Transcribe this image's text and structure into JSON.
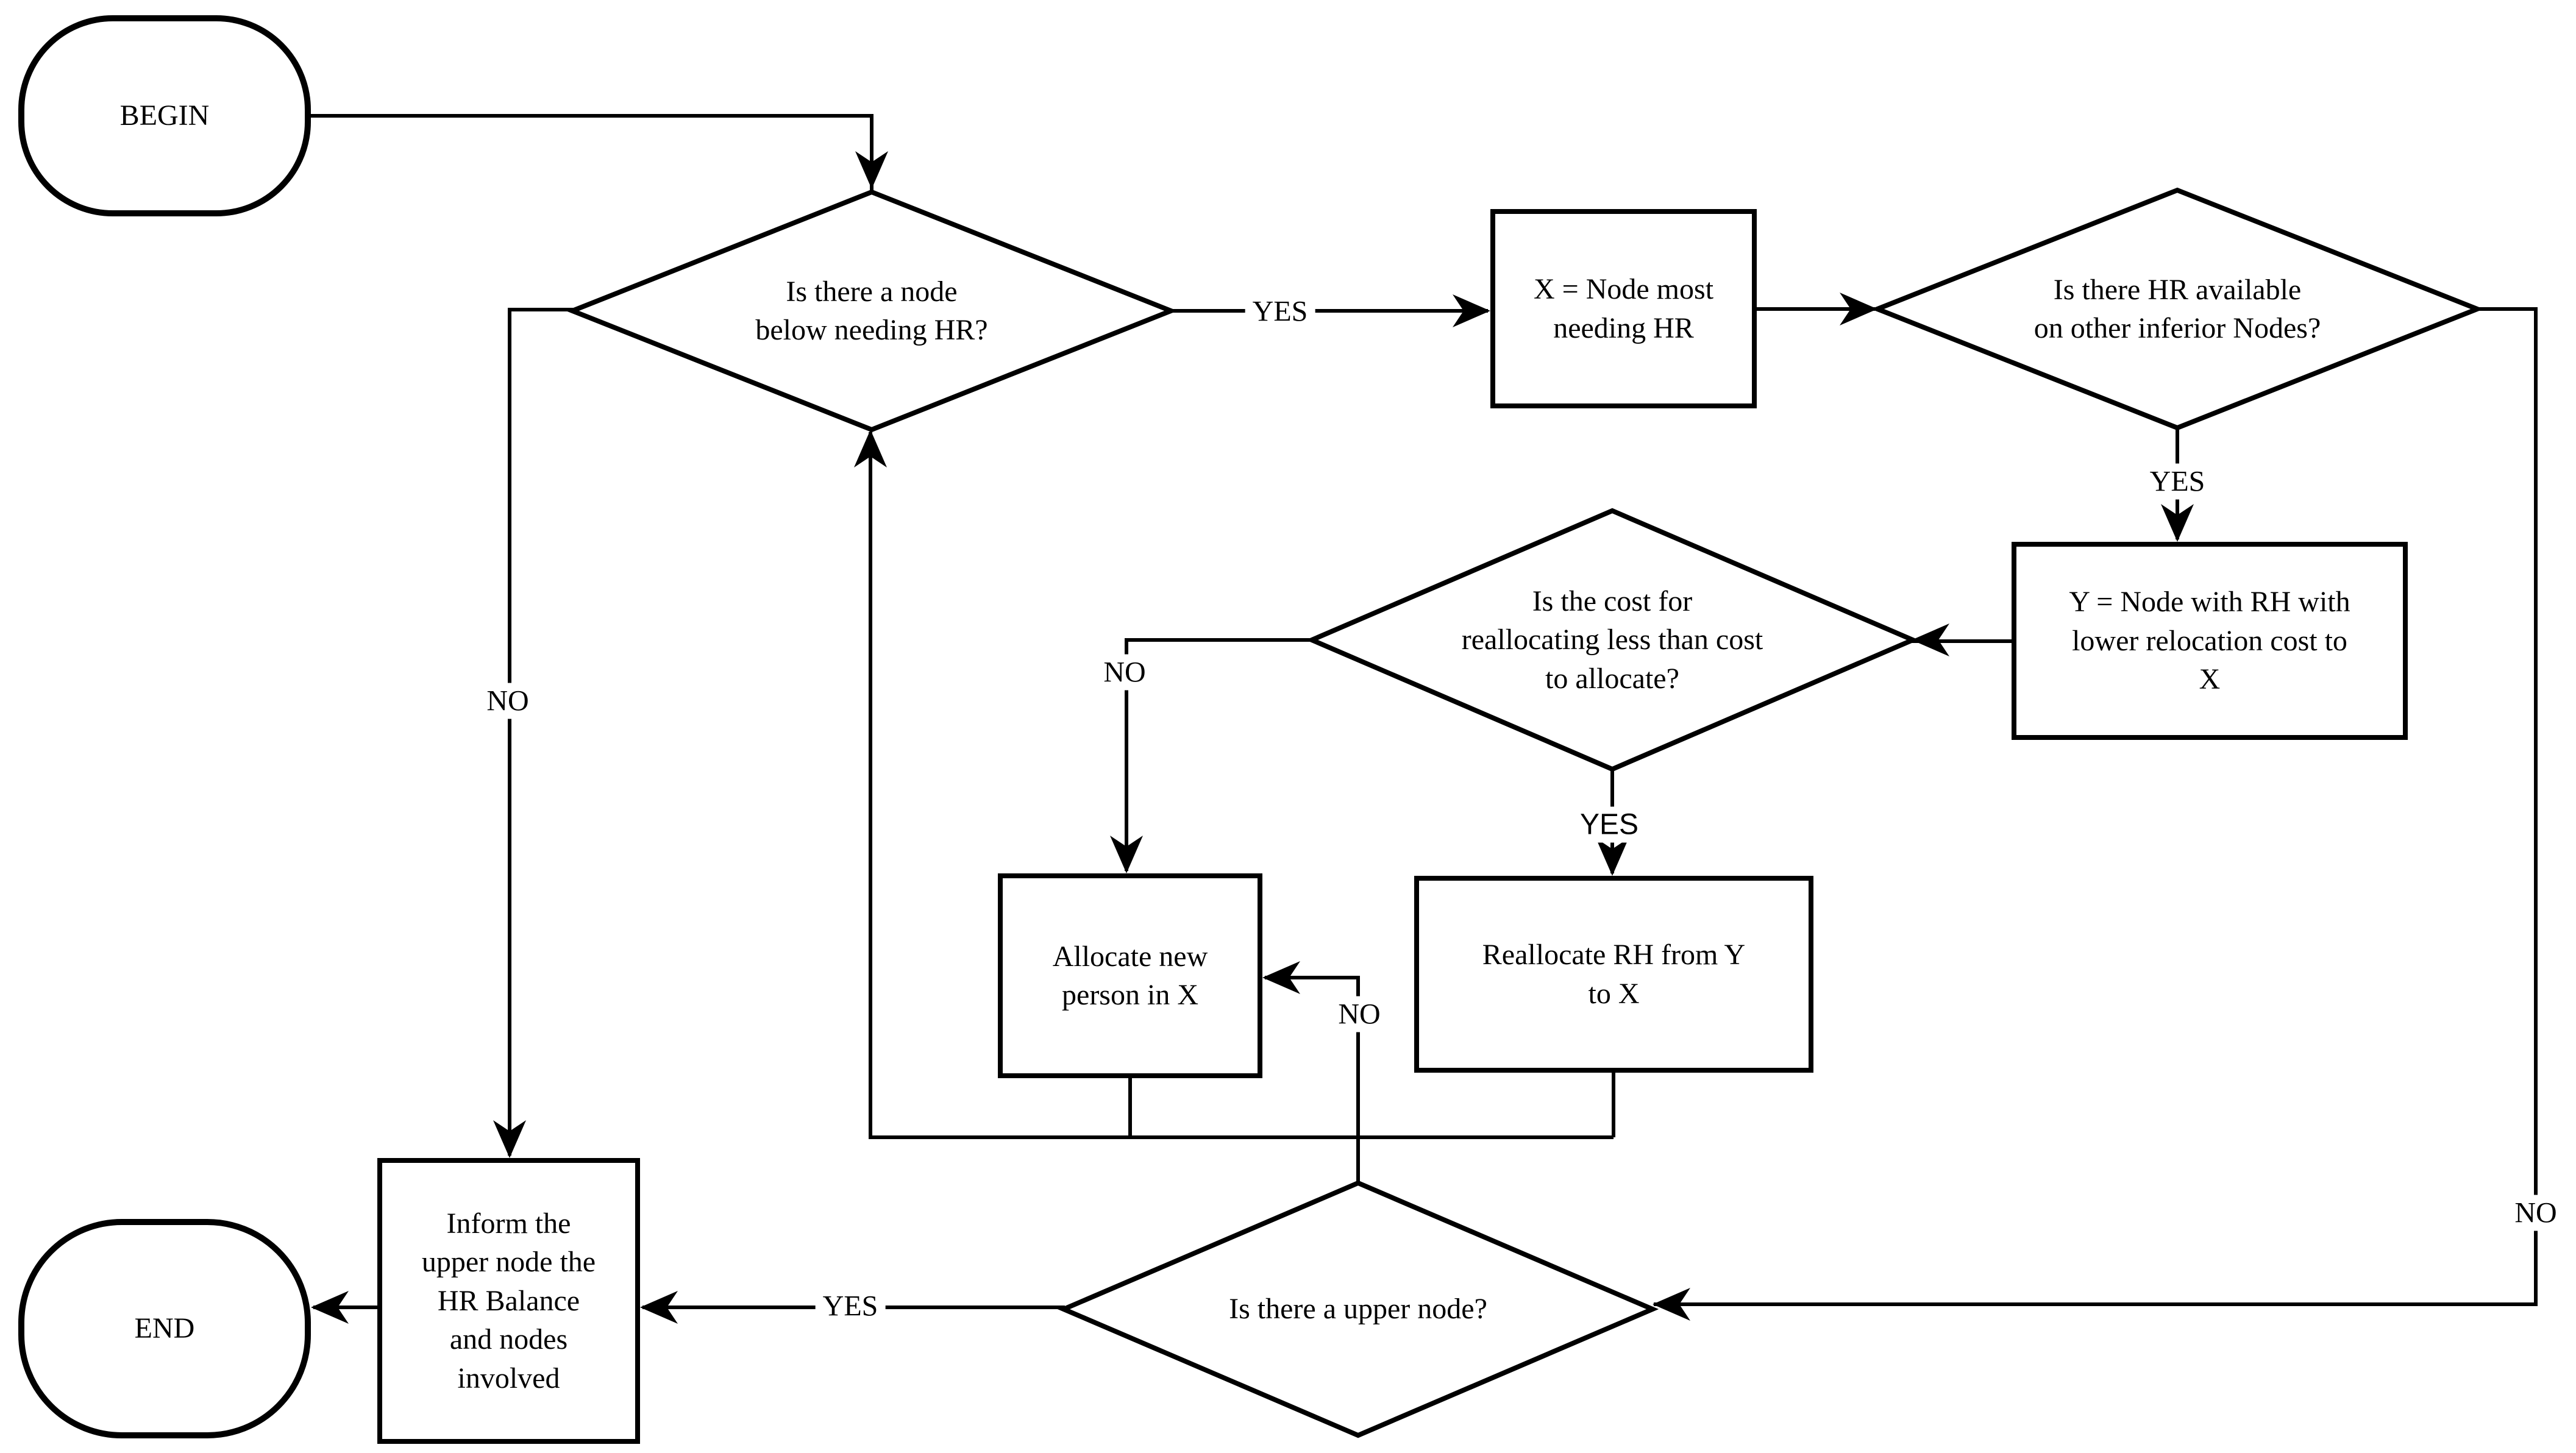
{
  "nodes": {
    "begin": {
      "label": "BEGIN"
    },
    "d1": {
      "label": "Is there a node\nbelow needing HR?"
    },
    "xrect": {
      "label": "X = Node most\nneeding HR"
    },
    "d2": {
      "label": "Is there HR available\non other inferior Nodes?"
    },
    "yrect": {
      "label": "Y = Node with RH with\nlower relocation cost to\nX"
    },
    "d3": {
      "label": "Is the cost for\nreallocating less than cost\nto allocate?"
    },
    "alloc": {
      "label": "Allocate new\nperson in X"
    },
    "realloc": {
      "label": "Reallocate RH from Y\nto X"
    },
    "d4": {
      "label": "Is there a upper node?"
    },
    "inform": {
      "label": "Inform the\nupper node the\nHR Balance\nand nodes\ninvolved"
    },
    "end": {
      "label": "END"
    }
  },
  "edge_labels": {
    "d1_yes": "YES",
    "d1_no": "NO",
    "d2_yes": "YES",
    "d2_no": "NO",
    "d3_yes": "YES",
    "d3_no": "NO",
    "d4_yes": "YES",
    "d4_no": "NO"
  },
  "colors": {
    "ink": "#000000",
    "paper": "#ffffff"
  }
}
